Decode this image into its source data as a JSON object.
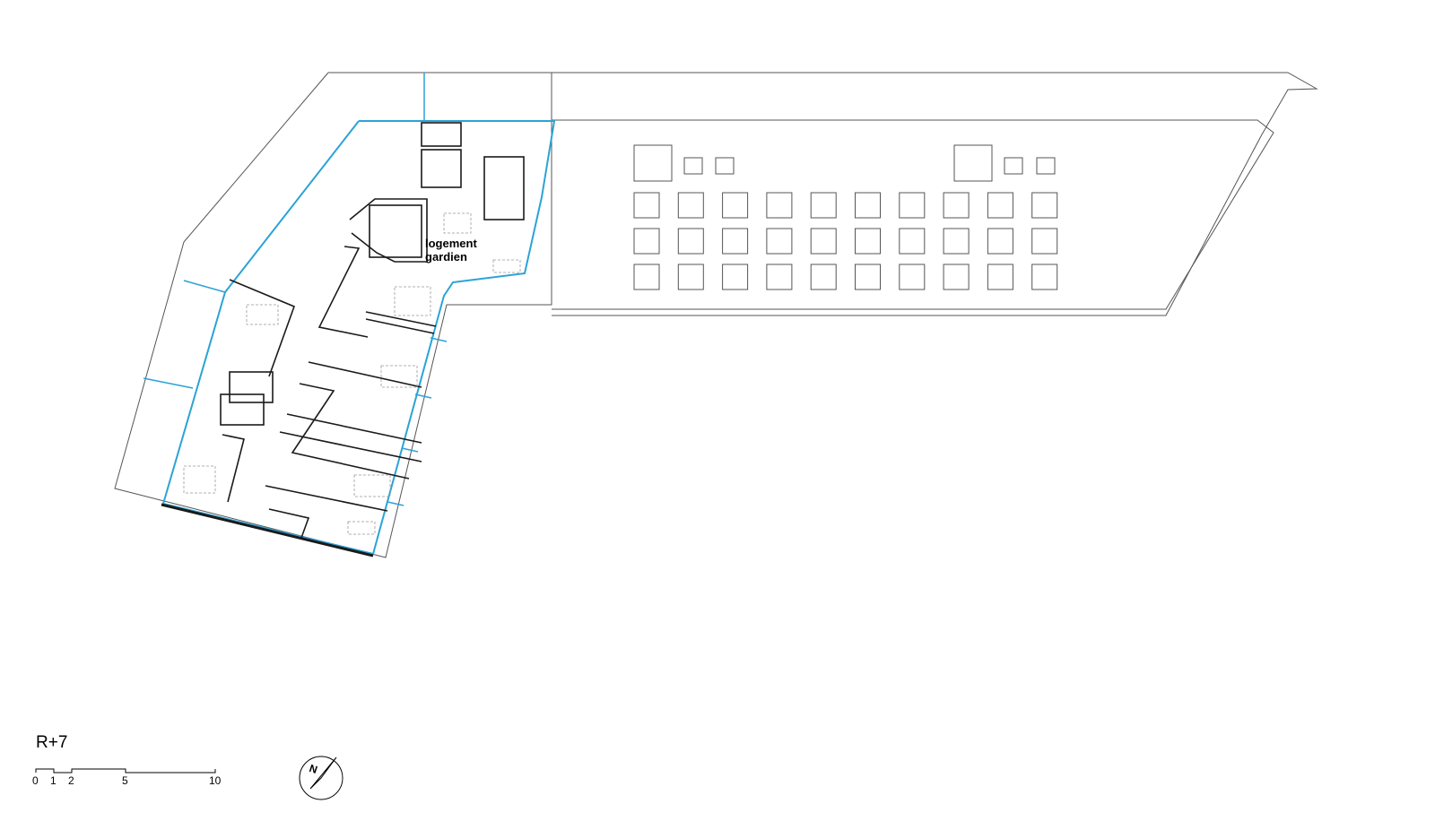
{
  "plan": {
    "level": "R+7",
    "room_labels": [
      "logement",
      "gardien"
    ],
    "colors": {
      "outline": "#555555",
      "wall": "#1a1a1a",
      "envelope": "#2ba3d6",
      "furniture": "#999999"
    }
  },
  "scale_bar": {
    "ticks": [
      "0",
      "1",
      "2",
      "5",
      "10"
    ]
  },
  "north_arrow": {
    "letter": "N"
  }
}
